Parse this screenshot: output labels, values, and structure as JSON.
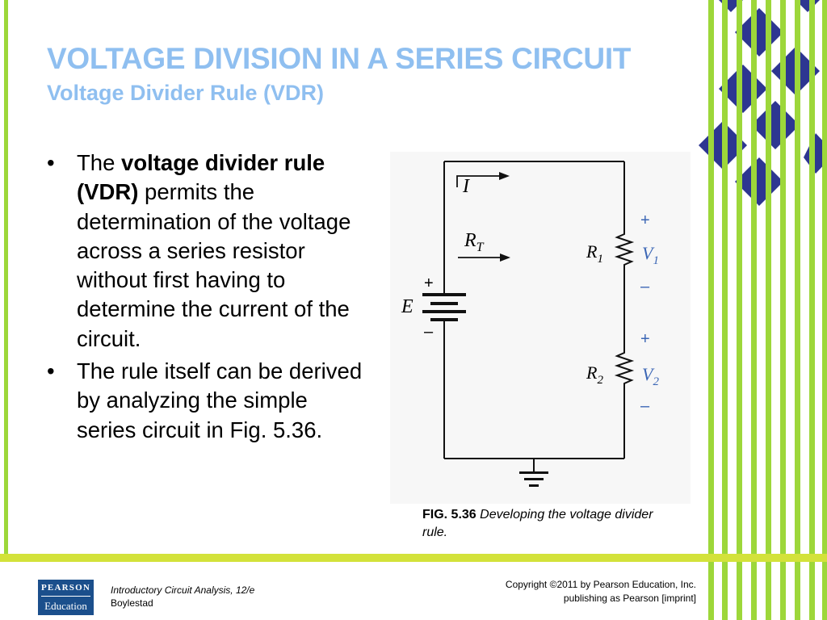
{
  "slide": {
    "title": "VOLTAGE DIVISION IN A SERIES CIRCUIT",
    "subtitle": "Voltage Divider Rule (VDR)"
  },
  "bullets": [
    {
      "prefix": "The ",
      "bold": "voltage divider rule (VDR)",
      "rest": " permits the determination of the voltage across a series resistor without first having to determine the current of the circuit."
    },
    {
      "text": "The rule itself can be derived by analyzing the simple series circuit in Fig. 5.36."
    }
  ],
  "figure": {
    "labels": {
      "current": "I",
      "total_resistance_main": "R",
      "total_resistance_sub": "T",
      "source": "E",
      "source_plus": "+",
      "source_minus": "–",
      "r1_main": "R",
      "r1_sub": "1",
      "v1_main": "V",
      "v1_sub": "1",
      "r2_main": "R",
      "r2_sub": "2",
      "v2_main": "V",
      "v2_sub": "2",
      "v1_plus": "+",
      "v1_minus": "–",
      "v2_plus": "+",
      "v2_minus": "–"
    },
    "caption_number": "FIG. 5.36",
    "caption_text": "Developing the voltage divider rule."
  },
  "footer": {
    "logo_top": "PEARSON",
    "logo_bottom": "Education",
    "book_title": "Introductory Circuit Analysis, 12/e",
    "author": "Boylestad",
    "copyright_line1": "Copyright ©2011 by Pearson Education, Inc.",
    "copyright_line2": "publishing as Pearson [imprint]"
  },
  "colors": {
    "title": "#8fbff0",
    "stripe_green": "#9dd73a",
    "diamond_navy": "#2d3691",
    "footer_bar": "#d3e23a",
    "logo_bg": "#1b4f8c"
  },
  "icons": {
    "left_accent": "green-vertical-bar",
    "right_decoration": "green-stripes-and-navy-diamonds",
    "footer": "pearson-logo"
  }
}
